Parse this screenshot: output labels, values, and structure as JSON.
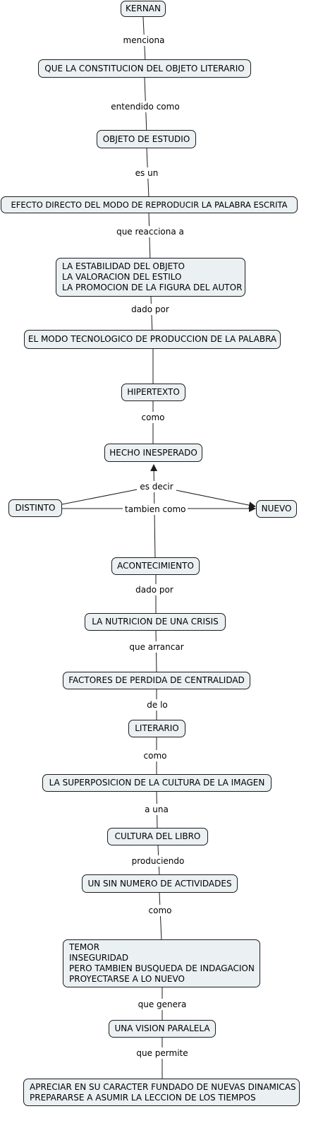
{
  "nodes": {
    "kernan": "KERNAN",
    "constitucion": "QUE LA CONSTITUCION DEL OBJETO LITERARIO",
    "objeto_estudio": "OBJETO DE ESTUDIO",
    "efecto_directo": "EFECTO DIRECTO DEL MODO DE REPRODUCIR LA PALABRA ESCRITA",
    "estabilidad": [
      "LA ESTABILIDAD DEL OBJETO",
      "LA VALORACION DEL ESTILO",
      "LA PROMOCION DE LA FIGURA DEL AUTOR"
    ],
    "modo_tecnologico": "EL MODO TECNOLOGICO DE PRODUCCION DE LA PALABRA",
    "hipertexto": "HIPERTEXTO",
    "hecho_inesperado": "HECHO INESPERADO",
    "distinto": "DISTINTO",
    "nuevo": "NUEVO",
    "acontecimiento": "ACONTECIMIENTO",
    "nutricion": "LA NUTRICION DE UNA CRISIS",
    "factores": "FACTORES DE PERDIDA DE CENTRALIDAD",
    "literario": "LITERARIO",
    "superposicion": "LA SUPERPOSICION DE LA CULTURA DE LA IMAGEN",
    "cultura_libro": "CULTURA DEL LIBRO",
    "sin_numero": "UN SIN NUMERO DE ACTIVIDADES",
    "temor": [
      "TEMOR",
      "INSEGURIDAD",
      "PERO TAMBIEN BUSQUEDA DE INDAGACION",
      "PROYECTARSE A LO NUEVO"
    ],
    "vision_paralela": "UNA VISION PARALELA",
    "apreciar": [
      "APRECIAR EN SU CARACTER FUNDADO DE NUEVAS DINAMICAS",
      "PREPARARSE A ASUMIR LA LECCION DE LOS TIEMPOS"
    ]
  },
  "links": {
    "menciona": "menciona",
    "entendido_como": "entendido como",
    "es_un": "es un",
    "que_reacciona_a": "que reacciona a",
    "dado_por_1": "dado por",
    "como_1": "como",
    "es_decir": "es decir",
    "tambien_como": "tambien como",
    "dado_por_2": "dado por",
    "que_arrancar": "que arrancar",
    "de_lo": "de lo",
    "como_2": "como",
    "a_una": "a una",
    "produciendo": "produciendo",
    "como_3": "como",
    "que_genera": "que genera",
    "que_permite": "que permite"
  },
  "colors": {
    "node_fill": "#ebf0f2",
    "node_border": "#1c1c1c",
    "line": "#1c1c1c",
    "background": "#ffffff"
  }
}
